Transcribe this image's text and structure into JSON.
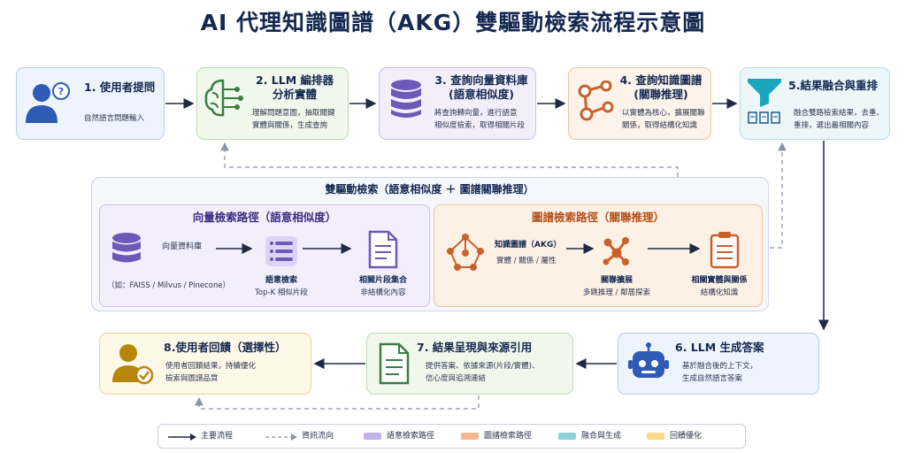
{
  "title": "AI 代理知識圖譜（AKG）雙驅動檢索流程示意圖",
  "steps": {
    "s1": {
      "title": "1. 使用者提問",
      "desc": "自然語言問題輸入"
    },
    "s2": {
      "title1": "2. LLM 編排器",
      "title2": "分析實體",
      "desc1": "理解問題意圖，抽取關鍵",
      "desc2": "實體與關係，生成查詢"
    },
    "s3": {
      "title1": "3. 查詢向量資料庫",
      "title2": "(語意相似度)",
      "desc1": "將查詢轉向量，進行語意",
      "desc2": "相似度檢索，取得相關片段"
    },
    "s4": {
      "title1": "4. 查詢知識圖譜",
      "title2": "(關聯推理)",
      "desc1": "以實體為核心，擴展關聯",
      "desc2": "關係，取得結構化知識"
    },
    "s5": {
      "title": "5.結果融合與重排",
      "desc1": "融合雙路檢索結果，去重、",
      "desc2": "重排，選出最相關內容"
    },
    "s6": {
      "title": "6. LLM 生成答案",
      "desc1": "基於融合後的上下文，",
      "desc2": "生成自然語言答案"
    },
    "s7": {
      "title": "7. 結果呈現與來源引用",
      "desc1": "提供答案、依據來源(片段/實體)、",
      "desc2": "信心度與追溯連結"
    },
    "s8": {
      "title": "8.使用者回饋（選擇性）",
      "desc1": "使用者回饋結果，持續優化",
      "desc2": "檢索與圖譜品質"
    }
  },
  "dual": {
    "title": "雙驅動檢索（語意相似度 ＋ 圖譜關聯推理）",
    "vector": {
      "title": "向量檢索路徑（語意相似度）",
      "db_label": "向量資料庫",
      "db_note": "（如：FAISS / Milvus / Pinecone）",
      "search_title": "語意檢索",
      "search_desc": "Top-K 相似片段",
      "frag_title": "相關片段集合",
      "frag_desc": "非結構化內容"
    },
    "graph": {
      "title": "圖譜檢索路徑（關聯推理）",
      "kg_title": "知識圖譜（AKG）",
      "kg_desc": "實體 / 關係 / 屬性",
      "expand_title": "關聯擴展",
      "expand_desc": "多跳推理 / 鄰居探索",
      "rel_title": "相關實體與關係",
      "rel_desc": "結構化知識"
    }
  },
  "legend": {
    "main_flow": "主要流程",
    "data_flow": "資訊流向",
    "semantic_path": "語意檢索路徑",
    "graph_path": "圖譜檢索路徑",
    "fusion": "融合與生成",
    "feedback": "回饋優化"
  },
  "colors": {
    "blue": "#2f5bb7",
    "green": "#3d7d45",
    "purple": "#6f59b8",
    "orange": "#c9612a",
    "teal": "#1aa6bd",
    "gold": "#b8860b",
    "legend_purple": "#c3b3e8",
    "legend_orange": "#f3b98d",
    "legend_teal": "#8fd0dc",
    "legend_yellow": "#f6dc86"
  },
  "icons": [
    "user-question-icon",
    "brain-circuit-icon",
    "database-icon",
    "graph-nodes-icon",
    "funnel-icon",
    "robot-icon",
    "document-icon",
    "user-check-icon",
    "list-icon",
    "clipboard-icon",
    "network-icon"
  ]
}
